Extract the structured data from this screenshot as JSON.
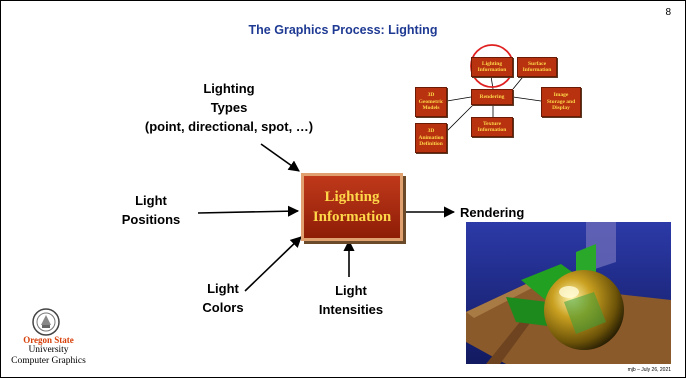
{
  "slide": {
    "title": "The Graphics Process: Lighting",
    "page_number": "8",
    "footer": "mjb – July 26, 2021"
  },
  "labels": {
    "lighting_types": [
      "Lighting",
      "Types",
      "(point, directional, spot, …)"
    ],
    "light_positions": [
      "Light",
      "Positions"
    ],
    "light_colors": [
      "Light",
      "Colors"
    ],
    "light_intensities": [
      "Light",
      "Intensities"
    ],
    "rendering": "Rendering"
  },
  "main_box": {
    "line1": "Lighting",
    "line2": "Information"
  },
  "mini_diagram": {
    "lighting_info": [
      "Lighting",
      "Information"
    ],
    "surface_info": [
      "Surface",
      "Information"
    ],
    "geometric_models": [
      "3D",
      "Geometric",
      "Models"
    ],
    "rendering": [
      "Rendering"
    ],
    "image_storage": [
      "Image",
      "Storage and",
      "Display"
    ],
    "animation_def": [
      "3D",
      "Animation",
      "Definition"
    ],
    "texture_info": [
      "Texture",
      "Information"
    ],
    "highlight_color": "#e02020"
  },
  "logo": {
    "name": "Oregon State",
    "line2": "University",
    "line3": "Computer Graphics"
  },
  "colors": {
    "title": "#1f3a93",
    "box_fill": "#b8320f",
    "box_text": "#ffd84a"
  }
}
